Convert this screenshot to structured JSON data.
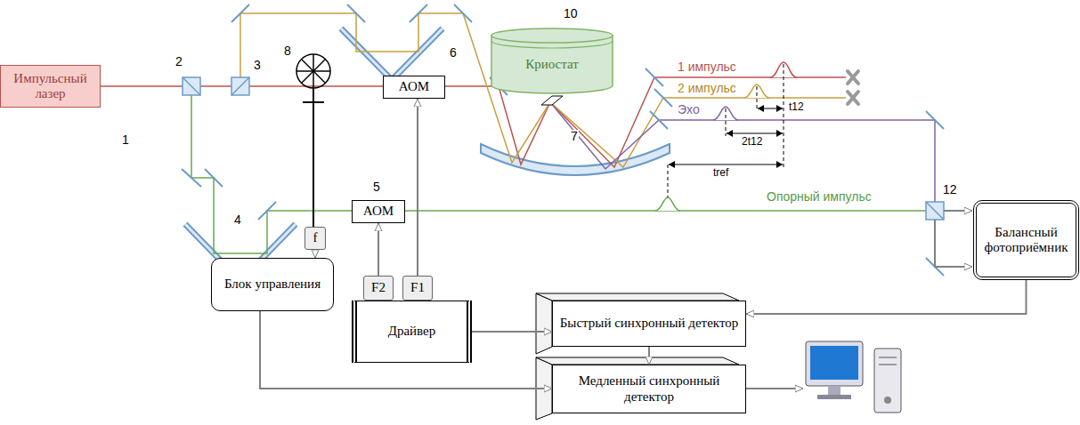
{
  "diagram": {
    "nodes": [
      {
        "text": [
          "Импульсный лазер"
        ]
      },
      {
        "text": [
          "Криостат"
        ]
      },
      {
        "text": [
          "АОМ"
        ]
      },
      {
        "text": [
          "АОМ"
        ]
      },
      {
        "text": [
          "f"
        ]
      },
      {
        "text": [
          "F2"
        ]
      },
      {
        "text": [
          "F1"
        ]
      },
      {
        "text": [
          "Балансный фотоприёмник"
        ]
      },
      {
        "text": [
          "Блок управления"
        ]
      },
      {
        "text": [
          "Драйвер"
        ]
      },
      {
        "text": [
          "Быстрый синхронный детектор"
        ]
      },
      {
        "text": [
          "Медленный синхронный детектор"
        ]
      }
    ],
    "edges": [
      {
        "from": 4,
        "to": 8,
        "arrow": "to"
      },
      {
        "from": 8,
        "to": 11,
        "arrow": "to"
      },
      {
        "from": 5,
        "to": 3,
        "arrow": "to"
      },
      {
        "from": 6,
        "to": 2,
        "arrow": "to"
      },
      {
        "from": 9,
        "to": 10,
        "arrow": "to"
      },
      {
        "from": 7,
        "to": 10,
        "arrow": "to"
      },
      {
        "from": 10,
        "to": 11,
        "arrow": "to"
      }
    ],
    "labels": [
      "1",
      "2",
      "3",
      "4",
      "5",
      "6",
      "7",
      "8",
      "10",
      "12",
      "1 импульс",
      "2 импульс",
      "Эхо",
      "t12",
      "2t12",
      "tref",
      "Опорный импульс"
    ]
  }
}
